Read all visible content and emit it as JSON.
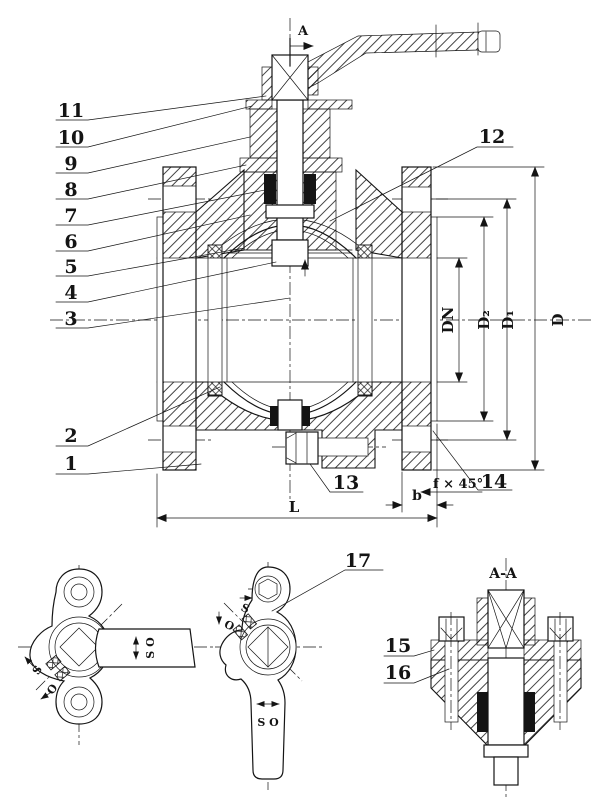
{
  "drawing": {
    "callouts": [
      "1",
      "2",
      "3",
      "4",
      "5",
      "6",
      "7",
      "8",
      "9",
      "10",
      "11",
      "12",
      "13",
      "14",
      "15",
      "16",
      "17"
    ],
    "dimensions": {
      "bore": "DN",
      "raised_face": "D₂",
      "bolt_circle": "D₁",
      "flange_od": "D",
      "length": "L",
      "flange_thickness": "b",
      "chamfer": "f × 45°"
    },
    "sections": {
      "cut_arrow": "A",
      "section_view": "A-A"
    },
    "markers": {
      "shut": "S",
      "open": "O",
      "shut_open": "S O"
    },
    "colors": {
      "line": "#141414",
      "background": "#ffffff"
    }
  }
}
